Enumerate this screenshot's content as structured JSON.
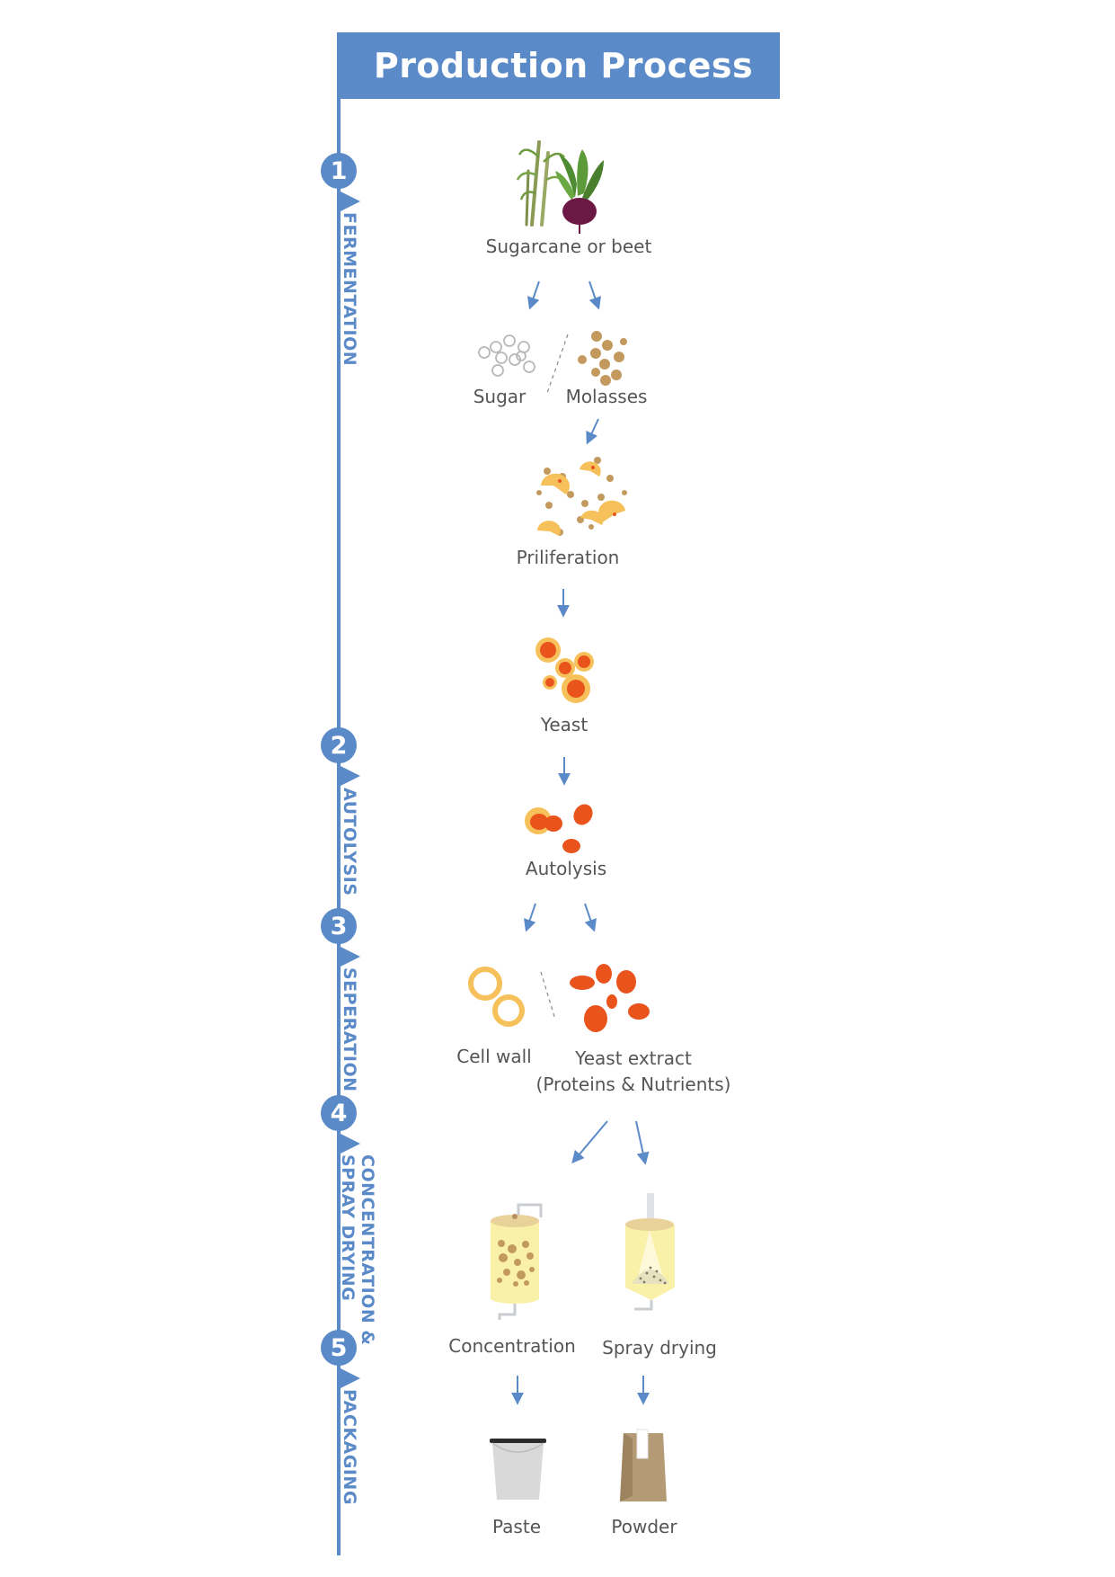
{
  "title": "Production Process",
  "colors": {
    "accent": "#5b8ac8",
    "yeast_orange": "#e9541c",
    "yeast_yellow": "#f6c15a",
    "molasses_brown": "#c39a5e",
    "beet_purple": "#6b1845",
    "leaf_green": "#4f8b33"
  },
  "steps": [
    {
      "number": "1",
      "label": "FERMENTATION"
    },
    {
      "number": "2",
      "label": "AUTOLYSIS"
    },
    {
      "number": "3",
      "label": "SEPERATION"
    },
    {
      "number": "4",
      "label_line1": "CONCENTRATION &",
      "label_line2": "SPRAY DRYING"
    },
    {
      "number": "5",
      "label": "PACKAGING"
    }
  ],
  "stages": {
    "raw": "Sugarcane or beet",
    "sugar": "Sugar",
    "molasses": "Molasses",
    "proliferation": "Priliferation",
    "yeast": "Yeast",
    "autolysis": "Autolysis",
    "cell_wall": "Cell wall",
    "yeast_extract_line1": "Yeast extract",
    "yeast_extract_line2": "(Proteins & Nutrients)",
    "concentration": "Concentration",
    "spray_drying": "Spray drying",
    "paste": "Paste",
    "powder": "Powder"
  }
}
